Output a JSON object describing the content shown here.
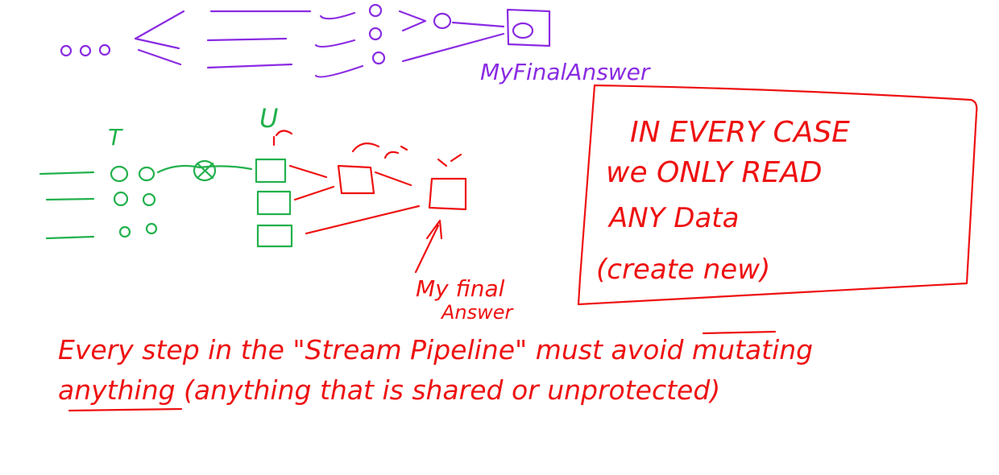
{
  "colors": {
    "background": "#ffffff",
    "purple_ink": "#8a2be2",
    "green_ink": "#22b14c",
    "red_ink": "#ee1111"
  },
  "diagram": {
    "top": {
      "result_label": "MyFinalAnswer"
    },
    "middle": {
      "label_t": "T",
      "label_u": "U",
      "result_label_line1": "My final",
      "result_label_line2": "Answer"
    }
  },
  "note_box": {
    "line1": "IN EVERY CASE",
    "line2": "we ONLY READ",
    "line3": "ANY Data",
    "line4": "(create new)"
  },
  "statement": {
    "line1": "Every step in the \"Stream Pipeline\" must avoid mutating",
    "line2": "anything (anything that is shared or unprotected)"
  }
}
